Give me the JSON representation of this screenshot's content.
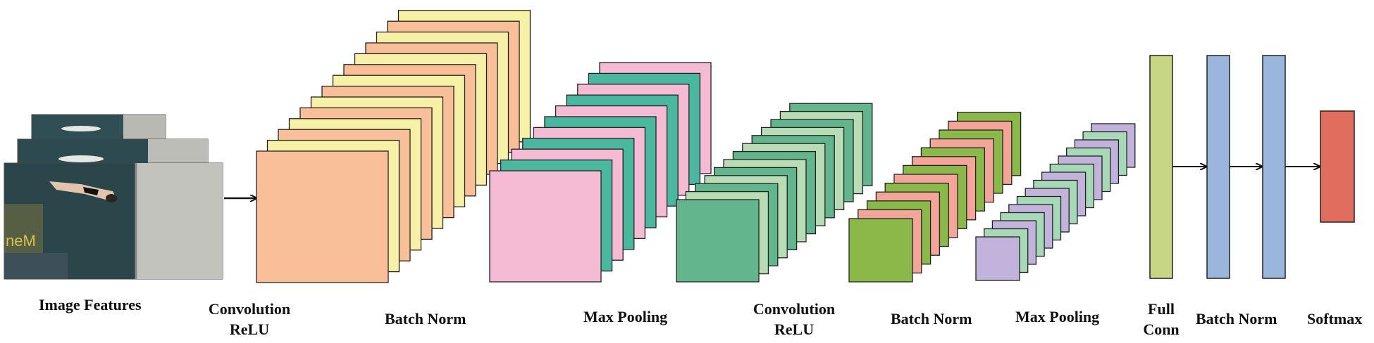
{
  "labels": {
    "image_features": "Image Features",
    "conv1_line1": "Convolution",
    "conv1_line2": "ReLU",
    "batchnorm1": "Batch Norm",
    "maxpool1": "Max Pooling",
    "conv2_line1": "Convolution",
    "conv2_line2": "ReLU",
    "batchnorm2": "Batch Norm",
    "maxpool2": "Max Pooling",
    "full_line1": "Full",
    "full_line2": "Conn",
    "batchnorm3": "Batch Norm",
    "softmax": "Softmax"
  },
  "colors": {
    "orange": "#f9bf98",
    "yellow": "#f7f1a8",
    "pink": "#f5bbd4",
    "teal": "#4bb79f",
    "green_dark": "#63b58d",
    "green_light": "#b8ddb6",
    "olive": "#8ab849",
    "salmon": "#f4a59a",
    "lavender": "#c2b3dc",
    "mint": "#a7d8b8",
    "fc_green": "#c6d682",
    "blue": "#9bb6dc",
    "red": "#e06d5e"
  }
}
